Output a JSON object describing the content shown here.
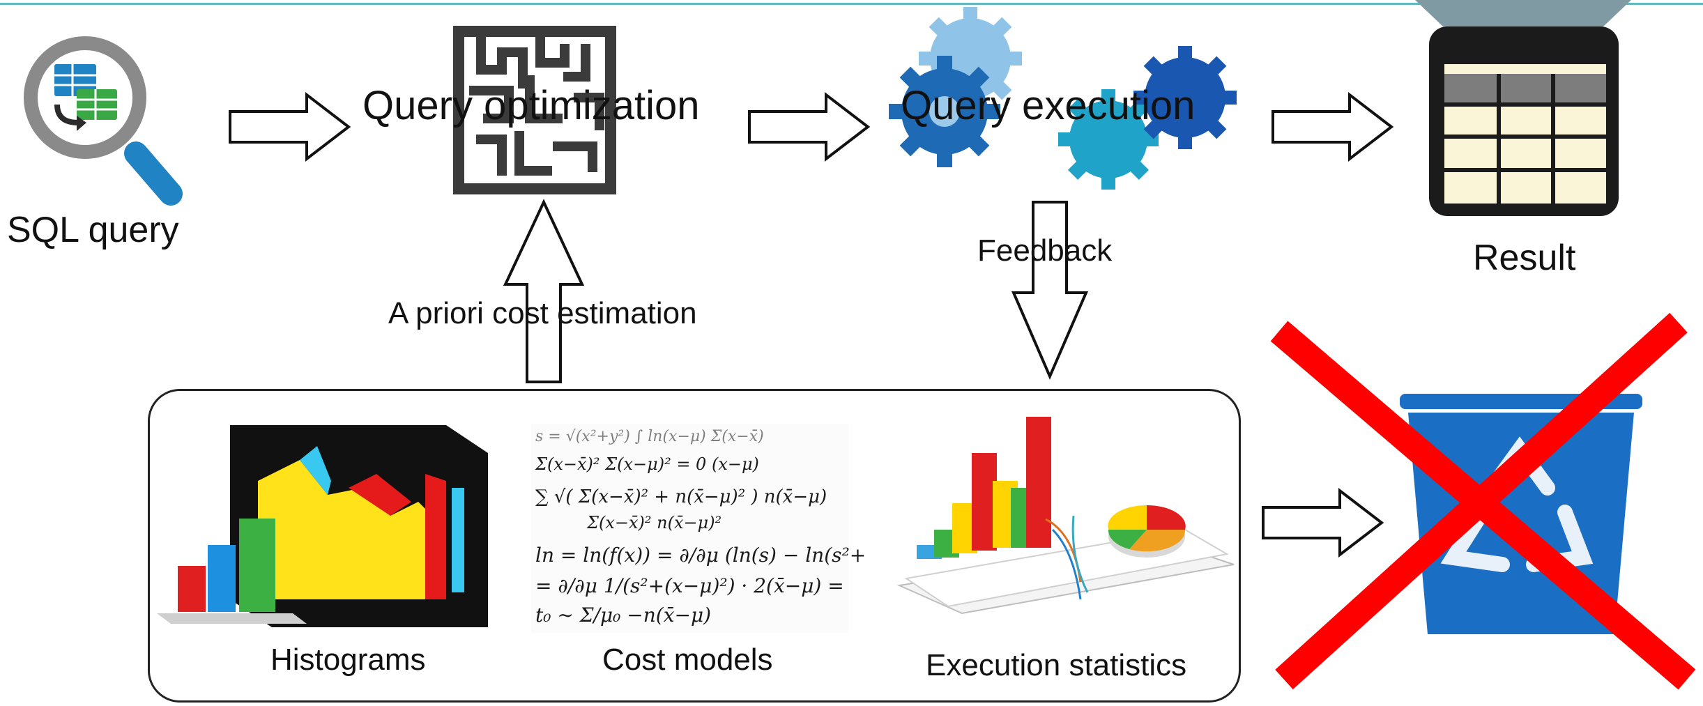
{
  "labels": {
    "sql_query": "SQL query",
    "query_optimization": "Query optimization",
    "query_execution": "Query execution",
    "result": "Result",
    "feedback": "Feedback",
    "a_priori": "A priori cost estimation",
    "histograms": "Histograms",
    "cost_models": "Cost models",
    "execution_statistics": "Execution statistics"
  },
  "formula_lines": [
    "s = √(x²+y²)   ∫ ln(x−μ)   Σ(x−x̄)",
    "Σ(x−x̄)²     Σ(x−μ)² = 0   (x−μ)",
    "∑  √( Σ(x−x̄)² + n(x̄−μ)² )  n(x̄−μ)",
    "      Σ(x−x̄)²   n(x̄−μ)²",
    "ln = ln(f(x)) = ∂/∂μ (ln(s) − ln(s²+",
    "  = ∂/∂μ  1/(s²+(x−μ)²) · 2(x̄−μ) =",
    "   t₀  ∼  Σ/μ₀          −n(x̄−μ)"
  ],
  "colors": {
    "top_rule": "#5fb9be",
    "magnifier_ring": "#8a8a8a",
    "magnifier_handle": "#1f83c4",
    "gear_dark": "#1e6ab5",
    "gear_light": "#8fc4e8",
    "gear_teal": "#1fa3c8",
    "maze": "#3b3b3b",
    "result_frame": "#1b1b1b",
    "result_header": "#7d7d7d",
    "result_cell": "#faf5d6",
    "bin_blue": "#1a6fc4",
    "red_cross": "#ff0000",
    "bar_red": "#e02020",
    "bar_yellow": "#ffd400",
    "bar_green": "#3cb043",
    "bar_blue": "#1e90e0"
  },
  "icons": [
    "magnifier-search-icon",
    "maze-icon",
    "gears-icon",
    "result-table-icon",
    "recycle-bin-icon",
    "red-cross-icon",
    "3d-chart-icon",
    "formula-paper-icon",
    "statistics-chart-icon"
  ]
}
